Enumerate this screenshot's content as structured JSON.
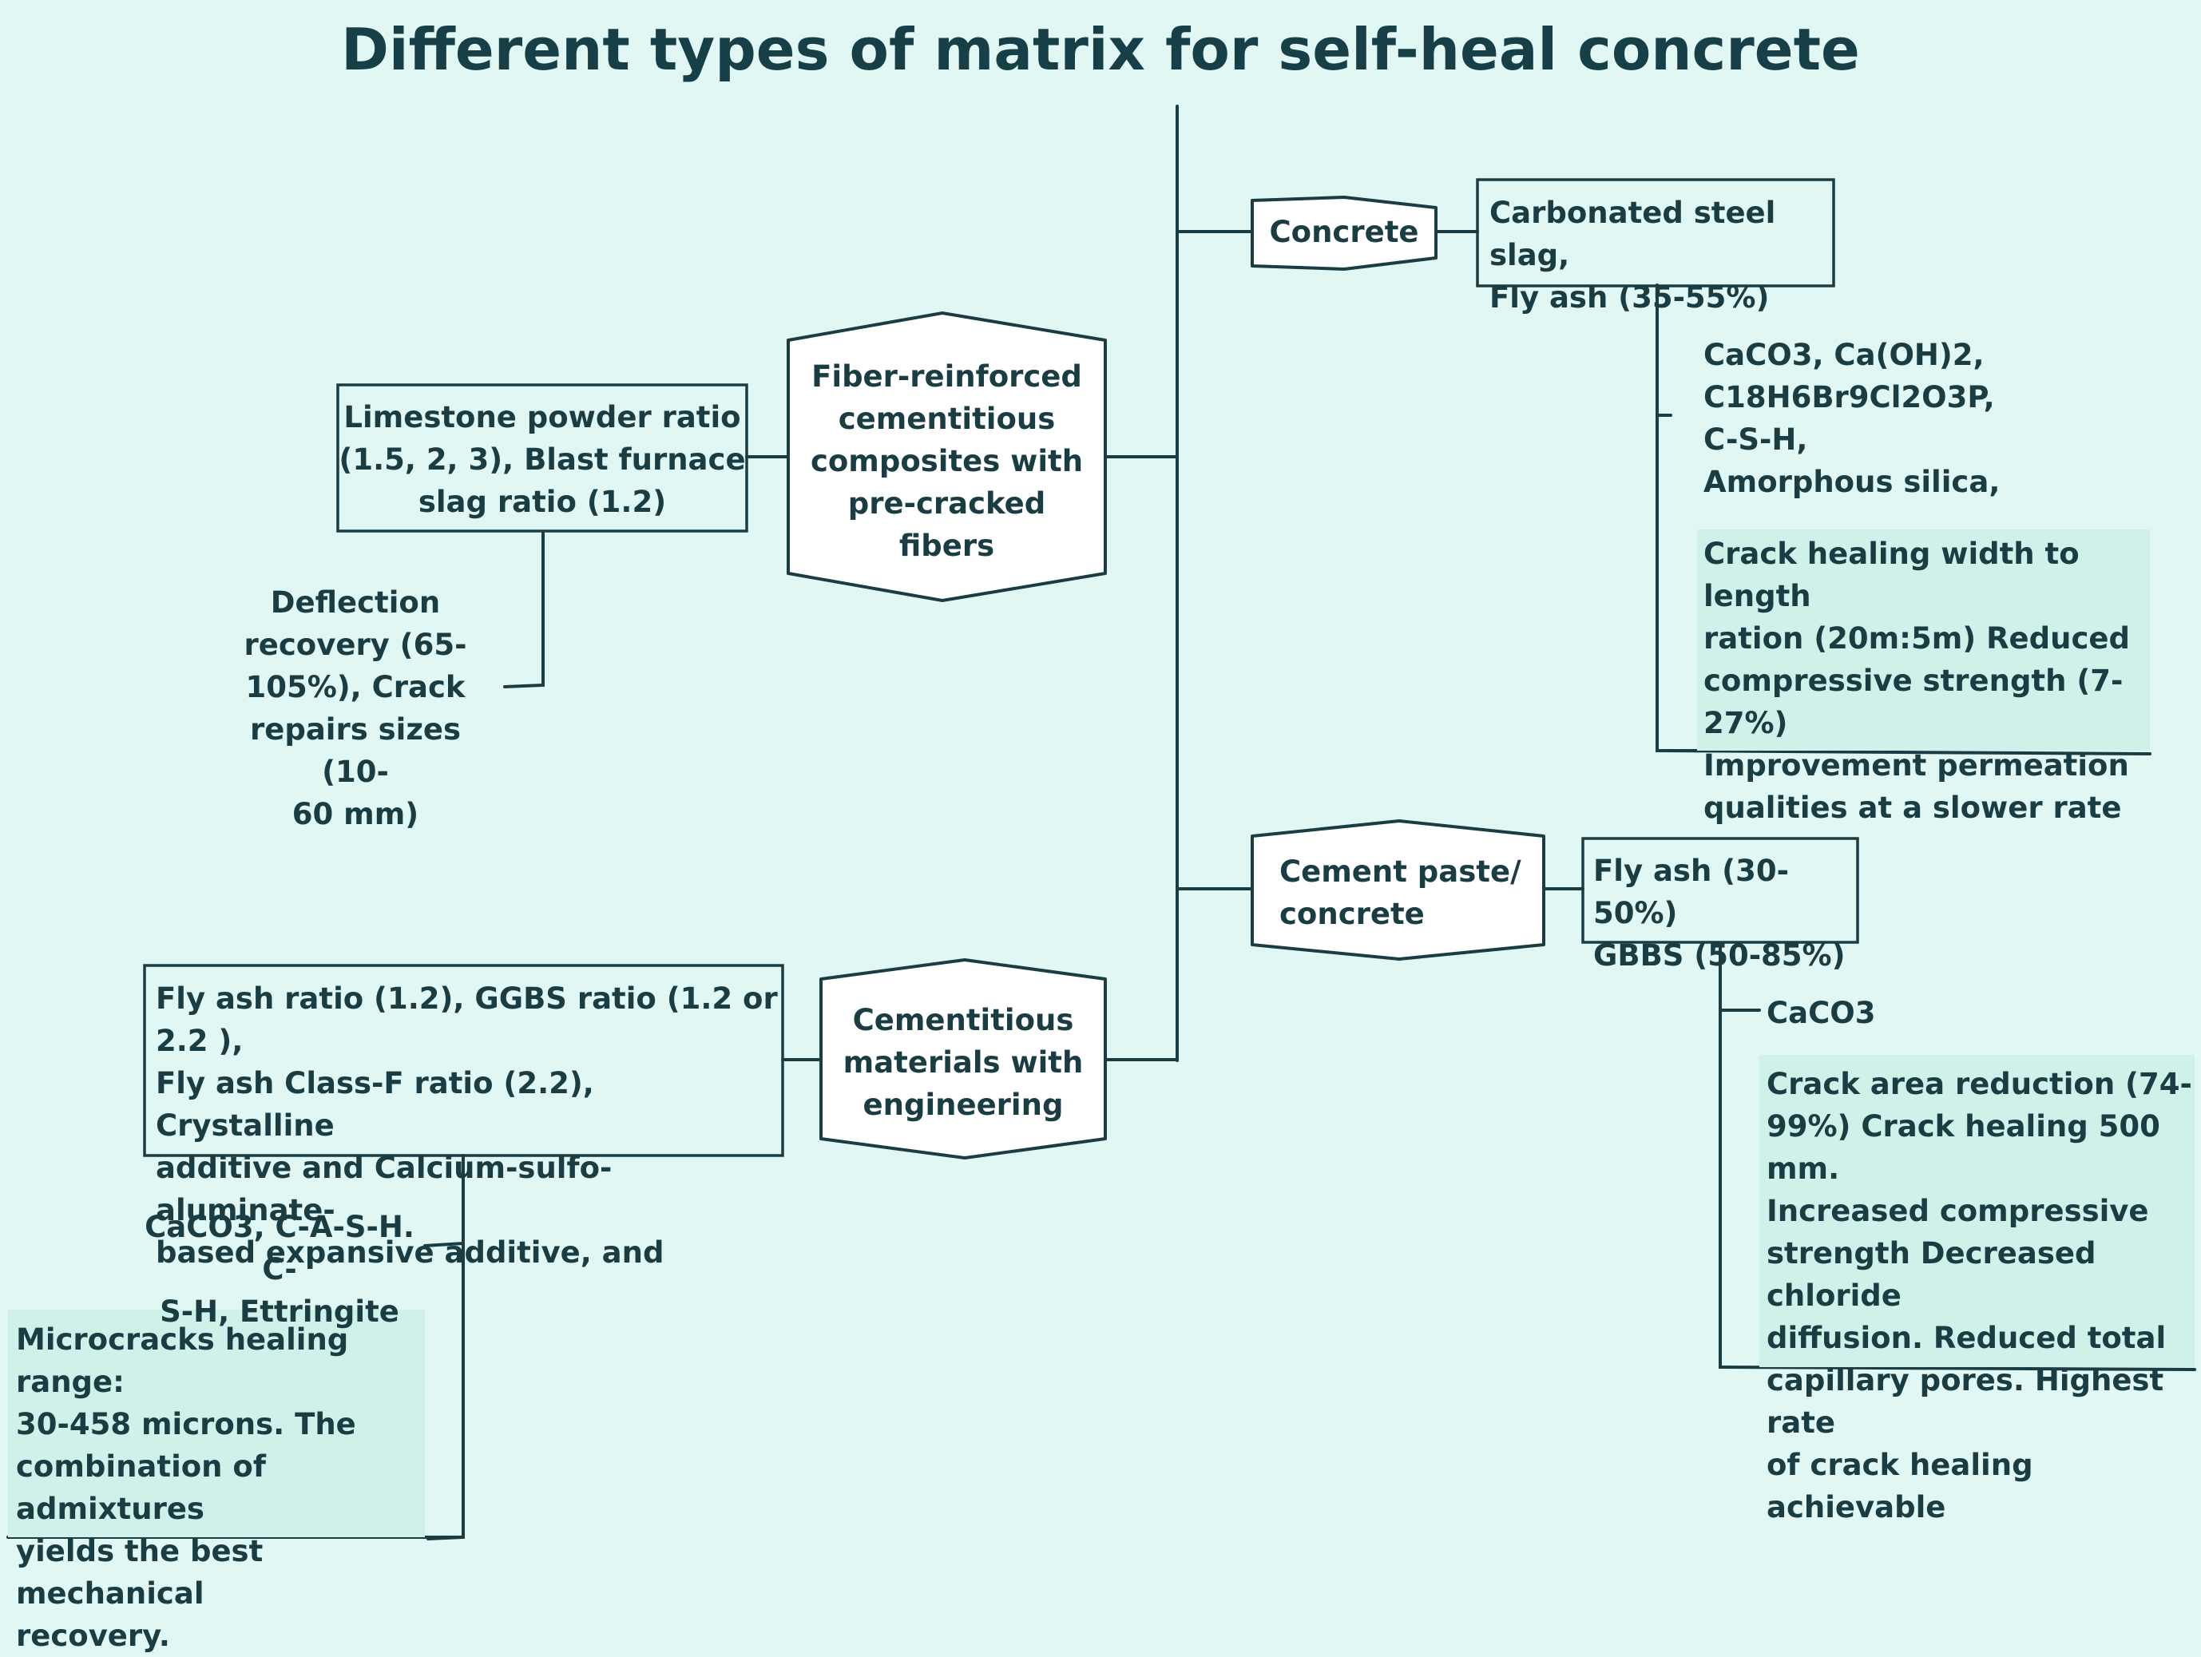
{
  "title": "Different types of matrix for self-heal concrete",
  "branches": {
    "concrete": {
      "label": "Concrete",
      "materials": "Carbonated steel slag,\nFly ash (35-55%)",
      "products": "CaCO3,  Ca(OH)2,\nC18H6Br9Cl2O3P,\nC-S-H,\nAmorphous silica,",
      "results": "Crack healing width to length\nration (20m:5m) Reduced\ncompressive strength (7-27%)\nImprovement permeation\nqualities at a slower rate"
    },
    "fiber_reinforced": {
      "label": "Fiber-reinforced\ncementitious\ncomposites with\npre-cracked\nfibers",
      "materials": "Limestone powder ratio\n(1.5, 2, 3), Blast furnace\nslag ratio (1.2)",
      "results": "Deflection\nrecovery (65-\n105%), Crack\nrepairs sizes (10-\n60 mm)"
    },
    "cement_paste": {
      "label": "Cement paste/\nconcrete",
      "materials": "Fly ash (30-50%)\nGBBS (50-85%)",
      "products": "CaCO3",
      "results": "Crack area reduction (74-\n99%) Crack healing 500 mm.\nIncreased compressive\nstrength Decreased chloride\ndiffusion. Reduced total\ncapillary pores. Highest rate\nof crack healing achievable"
    },
    "cementitious_engineering": {
      "label": "Cementitious\nmaterials with\nengineering",
      "materials": "Fly ash ratio (1.2), GGBS ratio (1.2 or 2.2 ),\nFly ash Class-F ratio (2.2), Crystalline\nadditive and Calcium-sulfo-aluminate-\nbased expansive additive, and",
      "products": "CaCO3, C-A-S-H. C-\nS-H, Ettringite",
      "results": "Microcracks healing range:\n30-458 microns. The\ncombination of admixtures\nyields the best mechanical\nrecovery."
    }
  },
  "colors": {
    "background": "#e1f7f3",
    "panel": "#d0f1ea",
    "ink": "#1a3d44",
    "box_fill": "#ffffff"
  }
}
